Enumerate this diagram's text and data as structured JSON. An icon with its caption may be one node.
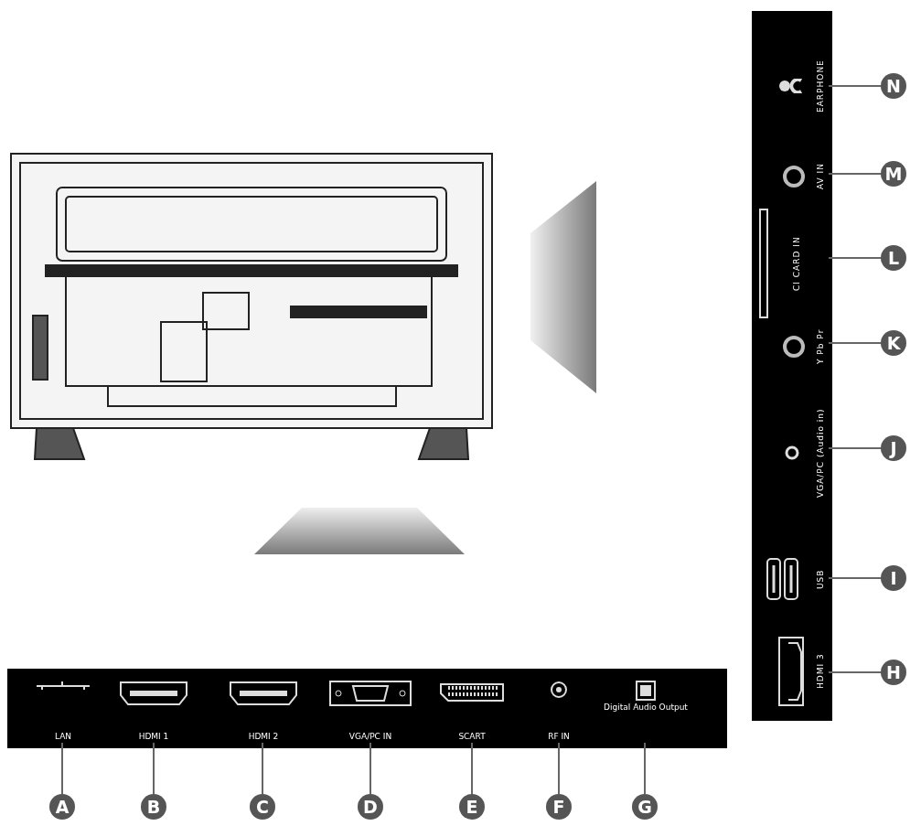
{
  "diagram": {
    "nodes": [
      {
        "text": [
          "LAN"
        ]
      },
      {
        "text": [
          "HDMI 1"
        ]
      },
      {
        "text": [
          "HDMI 2"
        ]
      },
      {
        "text": [
          "VGA/PC IN"
        ]
      },
      {
        "text": [
          "SCART"
        ]
      },
      {
        "text": [
          "RF IN"
        ]
      },
      {
        "text": [
          "Digital Audio Output"
        ]
      },
      {
        "text": [
          "EARPHONE"
        ]
      },
      {
        "text": [
          "AV IN"
        ]
      },
      {
        "text": [
          "CI CARD IN"
        ]
      },
      {
        "text": [
          "Y Pb Pr"
        ]
      },
      {
        "text": [
          "VGA/PC (Audio in)"
        ]
      },
      {
        "text": [
          "USB"
        ]
      },
      {
        "text": [
          "HDMI 3"
        ]
      },
      {
        "text": [
          "A"
        ]
      },
      {
        "text": [
          "B"
        ]
      },
      {
        "text": [
          "C"
        ]
      },
      {
        "text": [
          "D"
        ]
      },
      {
        "text": [
          "E"
        ]
      },
      {
        "text": [
          "F"
        ]
      },
      {
        "text": [
          "G"
        ]
      },
      {
        "text": [
          "N"
        ]
      },
      {
        "text": [
          "M"
        ]
      },
      {
        "text": [
          "L"
        ]
      },
      {
        "text": [
          "K"
        ]
      },
      {
        "text": [
          "J"
        ]
      },
      {
        "text": [
          "I"
        ]
      },
      {
        "text": [
          "H"
        ]
      }
    ],
    "edges": [
      {
        "from": 14,
        "to": 0,
        "arrow": "none"
      },
      {
        "from": 15,
        "to": 1,
        "arrow": "none"
      },
      {
        "from": 16,
        "to": 2,
        "arrow": "none"
      },
      {
        "from": 17,
        "to": 3,
        "arrow": "none"
      },
      {
        "from": 18,
        "to": 4,
        "arrow": "none"
      },
      {
        "from": 19,
        "to": 5,
        "arrow": "none"
      },
      {
        "from": 20,
        "to": 6,
        "arrow": "none"
      },
      {
        "from": 21,
        "to": 7,
        "arrow": "none"
      },
      {
        "from": 22,
        "to": 8,
        "arrow": "none"
      },
      {
        "from": 23,
        "to": 9,
        "arrow": "none"
      },
      {
        "from": 24,
        "to": 10,
        "arrow": "none"
      },
      {
        "from": 25,
        "to": 11,
        "arrow": "none"
      },
      {
        "from": 26,
        "to": 12,
        "arrow": "none"
      },
      {
        "from": 27,
        "to": 13,
        "arrow": "none"
      }
    ]
  }
}
